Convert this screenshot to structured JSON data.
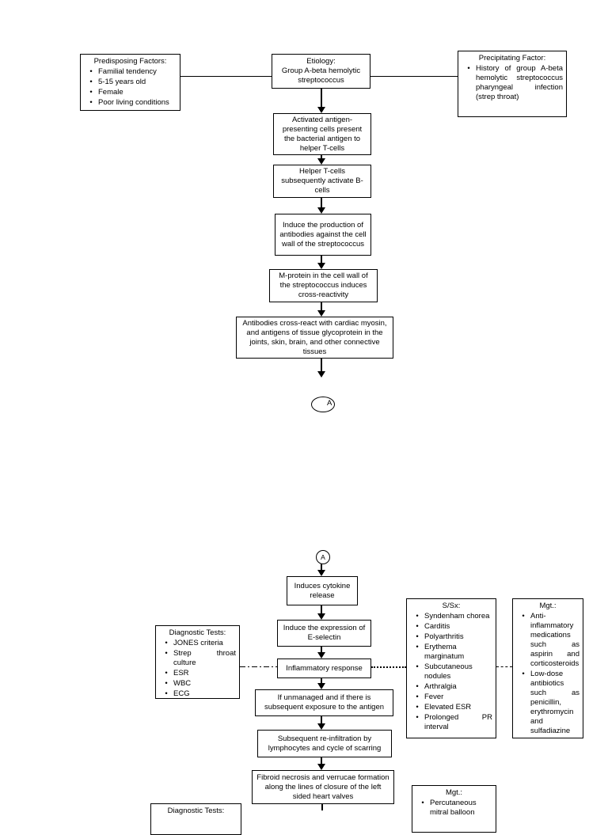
{
  "connector_label": "A",
  "colors": {
    "line": "#000000",
    "background": "#ffffff"
  },
  "top": {
    "predisposing": {
      "title": "Predisposing Factors:",
      "items": [
        "Familial tendency",
        "5-15 years old",
        "Female",
        "Poor living conditions"
      ]
    },
    "etiology": {
      "title": "Etiology:",
      "body": "Group A-beta hemolytic streptococcus"
    },
    "precipitating": {
      "title": "Precipitating Factor:",
      "items": [
        "History of group A-beta hemolytic streptococcus pharyngeal infection (strep throat)"
      ]
    }
  },
  "flow1": [
    "Activated antigen-presenting cells present the bacterial antigen to helper T-cells",
    "Helper T-cells subsequently activate B-cells",
    "Induce the production of antibodies against the cell wall of the streptococcus",
    "M-protein in the cell wall of the streptococcus induces cross-reactivity",
    "Antibodies cross-react with cardiac myosin, and antigens of tissue glycoprotein in the joints, skin, brain, and other connective tissues"
  ],
  "flow2": [
    "Induces cytokine release",
    "Induce the expression of E-selectin",
    "Inflammatory response",
    "If unmanaged and if there is subsequent exposure to the antigen",
    "Subsequent re-infiltration by lymphocytes and cycle of scarring",
    "Fibroid necrosis and verrucae formation along the lines of closure of the left sided heart valves"
  ],
  "side": {
    "diagnostic": {
      "title": "Diagnostic Tests:",
      "items": [
        "JONES criteria",
        "Strep throat culture",
        "ESR",
        "WBC",
        "ECG"
      ]
    },
    "ssx": {
      "title": "S/Sx:",
      "items": [
        "Syndenham chorea",
        "Carditis",
        "Polyarthritis",
        "Erythema marginatum",
        "Subcutaneous nodules",
        "Arthralgia",
        "Fever",
        "Elevated ESR",
        "Prolonged PR interval"
      ]
    },
    "mgt1": {
      "title": "Mgt.:",
      "items": [
        "Anti-inflammatory medications such as aspirin and corticosteroids",
        "Low-dose antibiotics such as penicillin, erythromycin and sulfadiazine"
      ]
    },
    "mgt2": {
      "title": "Mgt.:",
      "items": [
        "Percutaneous mitral balloon"
      ]
    },
    "diagnostic2": {
      "title": "Diagnostic Tests:"
    }
  }
}
